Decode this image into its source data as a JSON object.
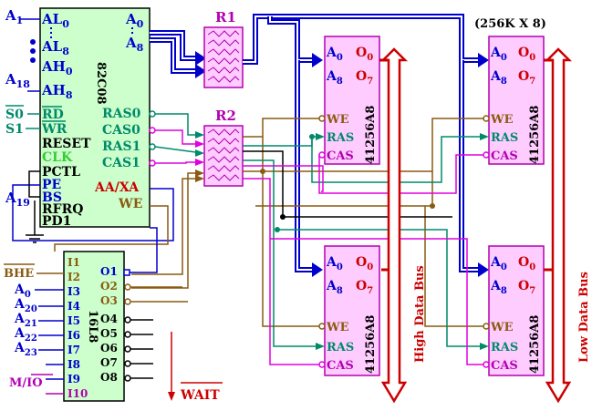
{
  "colors": {
    "controller_fill": "#ccffcc",
    "ram_fill": "#ffccff",
    "bus_blue": "#0000cc",
    "bus_red": "#cc0000",
    "ras_green": "#008a6a",
    "we_brown": "#8a5a10",
    "cas_magenta": "#e000e0"
  },
  "controller": {
    "part": "82C08",
    "inputs": [
      "AL",
      "AL",
      "AH",
      "AH",
      "RD",
      "WR",
      "RESET",
      "CLK",
      "PCTL",
      "PE",
      "BS",
      "RFRQ",
      "PD1"
    ],
    "in_sub": [
      "0",
      "8",
      "0",
      "8"
    ],
    "out_a0": "A",
    "out_a0_sub": "0",
    "out_a8": "A",
    "out_a8_sub": "8",
    "outputs": [
      "RAS0",
      "CAS0",
      "RAS1",
      "CAS1",
      "AA/XA",
      "WE"
    ]
  },
  "left_signals": {
    "a1": "A",
    "a1_sub": "1",
    "a18": "A",
    "a18_sub": "18",
    "a19": "A",
    "a19_sub": "19",
    "s0": "S0",
    "s1": "S1"
  },
  "latches": {
    "r1": "R1",
    "r2": "R2"
  },
  "memory_size": "(256K X 8)",
  "ram_chip": {
    "part": "41256A8",
    "addr_a": "A",
    "sub0": "0",
    "sub8": "8",
    "data_o": "O",
    "sub7": "7",
    "we": "WE",
    "ras": "RAS",
    "cas": "CAS"
  },
  "pal": {
    "part": "16L8",
    "inputs": [
      "I1",
      "I2",
      "I3",
      "I4",
      "I5",
      "I6",
      "I7",
      "I8",
      "I9",
      "I10"
    ],
    "outputs": [
      "O1",
      "O2",
      "O3",
      "O4",
      "O5",
      "O6",
      "O7",
      "O8"
    ],
    "signals": {
      "bhe": "BHE",
      "a0": "A",
      "a0_sub": "0",
      "a20": "A",
      "a20_sub": "20",
      "a21": "A",
      "a21_sub": "21",
      "a22": "A",
      "a22_sub": "22",
      "a23": "A",
      "a23_sub": "23",
      "mio": "M/IO",
      "wait": "WAIT"
    }
  },
  "buses": {
    "high": "High Data Bus",
    "low": "Low Data Bus"
  }
}
